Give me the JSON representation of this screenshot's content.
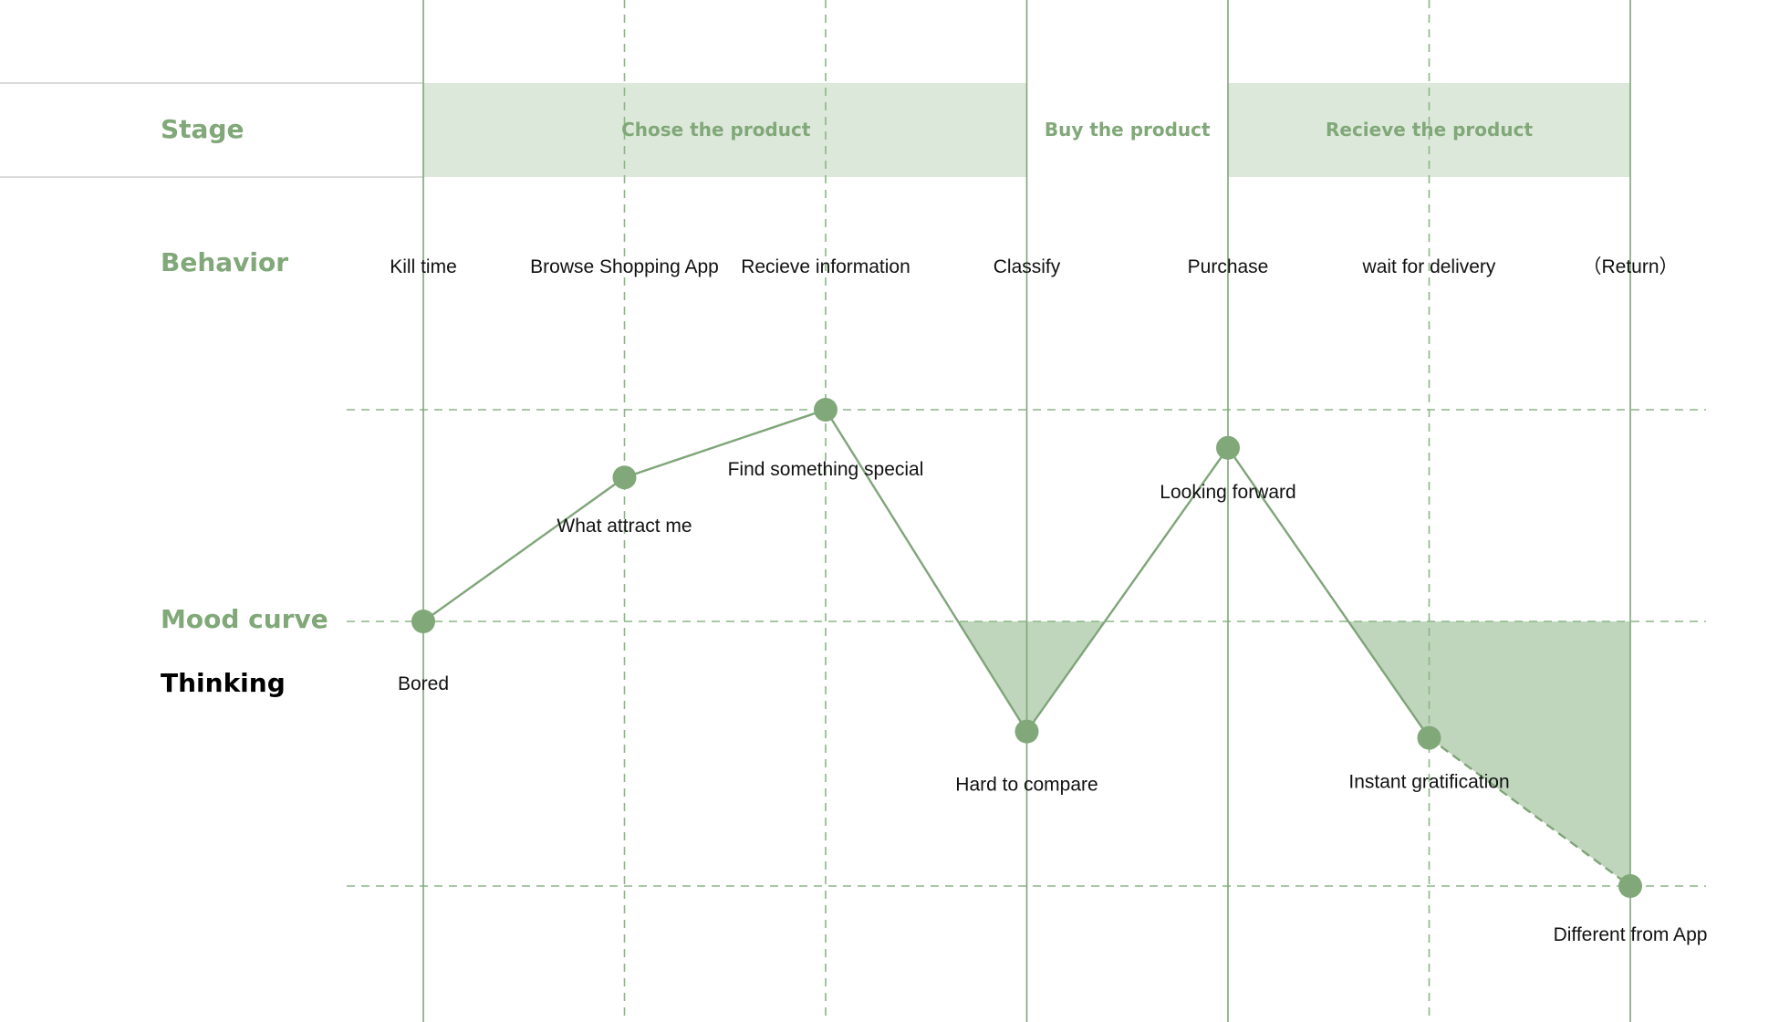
{
  "colors": {
    "accent": "#80a878",
    "stage_band": "#dce8da",
    "negative_area": "#bfd6bd",
    "line": "#7fa579",
    "dashed": "#8bb685",
    "separator": "#d9dcd8",
    "text": "#111111",
    "thinking_label": "#000000"
  },
  "sections": {
    "stage": "Stage",
    "behavior": "Behavior",
    "mood": "Mood curve",
    "thinking": "Thinking"
  },
  "stages": [
    {
      "label": "Chose the product",
      "highlighted": true,
      "from_step": 0,
      "to_step": 3
    },
    {
      "label": "Buy the product",
      "highlighted": false,
      "from_step": 3,
      "to_step": 4
    },
    {
      "label": "Recieve the product",
      "highlighted": true,
      "from_step": 4,
      "to_step": 6
    }
  ],
  "steps": [
    {
      "behavior": "Kill time",
      "thought": "Bored",
      "mood": 0,
      "divider": "solid"
    },
    {
      "behavior": "Browse Shopping App",
      "thought": "What attract me",
      "mood": 0.68,
      "divider": "dashed"
    },
    {
      "behavior": "Recieve information",
      "thought": "Find something special",
      "mood": 1.0,
      "divider": "dashed"
    },
    {
      "behavior": "Classify",
      "thought": "Hard to compare",
      "mood": -0.52,
      "divider": "solid"
    },
    {
      "behavior": "Purchase",
      "thought": "Looking forward",
      "mood": 0.82,
      "divider": "solid"
    },
    {
      "behavior": "wait for delivery",
      "thought": "Instant gratification",
      "mood": -0.55,
      "divider": "dashed"
    },
    {
      "behavior": "（Return）",
      "thought": "Different from App",
      "mood": -1.25,
      "divider": "solid"
    }
  ],
  "mood_reference_lines": [
    1.0,
    0,
    -1.25
  ],
  "last_segment_style": "dashed"
}
